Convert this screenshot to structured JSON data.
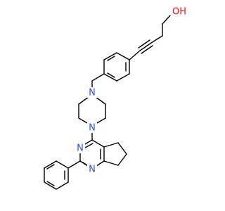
{
  "colors": {
    "bond": "#000000",
    "nitrogen": "#3050F8",
    "oxygen": "#FF0D0D",
    "background": "#FFFFFF"
  },
  "atoms": {
    "hydroxyl": "OH",
    "piperazine_n_top": "N",
    "piperazine_n_bottom": "N",
    "pyrimidine_n_top": "N",
    "pyrimidine_n_bottom": "N"
  }
}
